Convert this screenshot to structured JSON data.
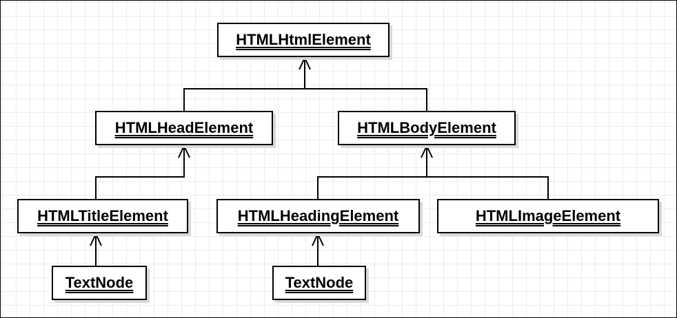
{
  "diagram": {
    "type": "uml-object-hierarchy",
    "nodes": [
      {
        "id": "html",
        "label": "HTMLHtmlElement"
      },
      {
        "id": "head",
        "label": "HTMLHeadElement"
      },
      {
        "id": "body",
        "label": "HTMLBodyElement"
      },
      {
        "id": "title",
        "label": "HTMLTitleElement"
      },
      {
        "id": "heading",
        "label": "HTMLHeadingElement"
      },
      {
        "id": "image",
        "label": "HTMLImageElement"
      },
      {
        "id": "text1",
        "label": "TextNode"
      },
      {
        "id": "text2",
        "label": "TextNode"
      }
    ],
    "edges": [
      {
        "from": "head",
        "to": "html"
      },
      {
        "from": "body",
        "to": "html"
      },
      {
        "from": "title",
        "to": "head"
      },
      {
        "from": "heading",
        "to": "body"
      },
      {
        "from": "image",
        "to": "body"
      },
      {
        "from": "text1",
        "to": "title"
      },
      {
        "from": "text2",
        "to": "heading"
      }
    ]
  },
  "colors": {
    "border": "#000000",
    "fill": "#ffffff",
    "shadow": "#d9d9d9",
    "grid": "#ececec"
  }
}
